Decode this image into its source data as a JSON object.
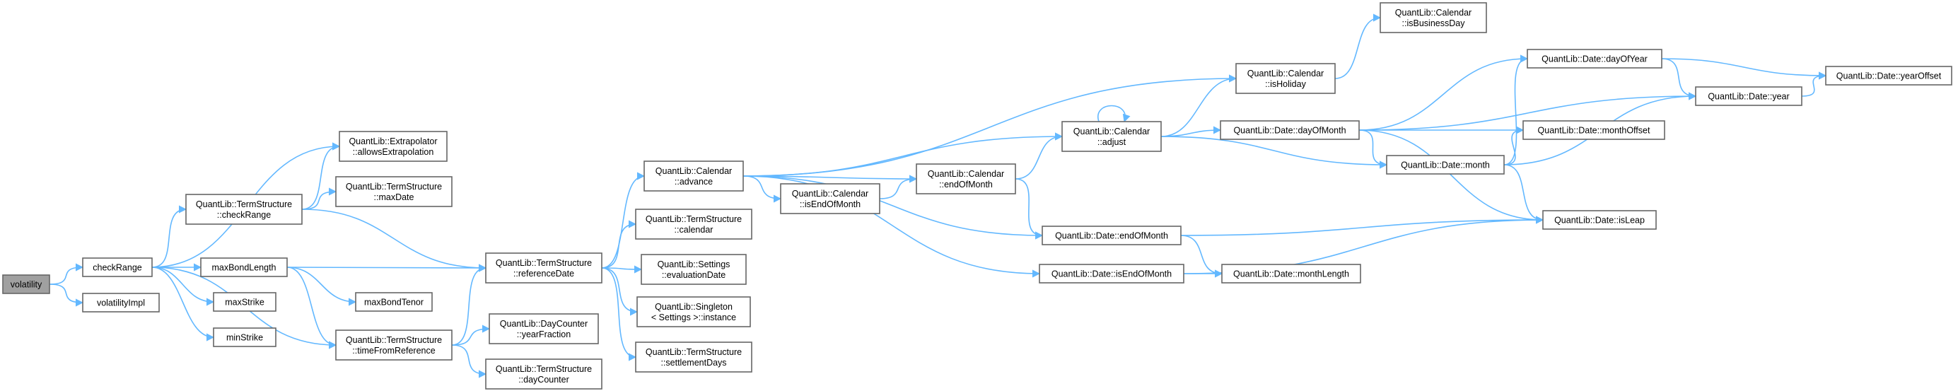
{
  "graph": {
    "nodes": [
      {
        "id": "volatility",
        "lines": [
          "volatility"
        ],
        "root": true
      },
      {
        "id": "checkRange",
        "lines": [
          "checkRange"
        ]
      },
      {
        "id": "volatilityImpl",
        "lines": [
          "volatilityImpl"
        ]
      },
      {
        "id": "ts_checkRange",
        "lines": [
          "QuantLib::TermStructure",
          "::checkRange"
        ]
      },
      {
        "id": "maxBondLength",
        "lines": [
          "maxBondLength"
        ]
      },
      {
        "id": "maxStrike",
        "lines": [
          "maxStrike"
        ]
      },
      {
        "id": "minStrike",
        "lines": [
          "minStrike"
        ]
      },
      {
        "id": "allowsExtrapolation",
        "lines": [
          "QuantLib::Extrapolator",
          "::allowsExtrapolation"
        ]
      },
      {
        "id": "ts_maxDate",
        "lines": [
          "QuantLib::TermStructure",
          "::maxDate"
        ]
      },
      {
        "id": "maxBondTenor",
        "lines": [
          "maxBondTenor"
        ]
      },
      {
        "id": "timeFromReference",
        "lines": [
          "QuantLib::TermStructure",
          "::timeFromReference"
        ]
      },
      {
        "id": "referenceDate",
        "lines": [
          "QuantLib::TermStructure",
          "::referenceDate"
        ]
      },
      {
        "id": "yearFraction",
        "lines": [
          "QuantLib::DayCounter",
          "::yearFraction"
        ]
      },
      {
        "id": "ts_dayCounter",
        "lines": [
          "QuantLib::TermStructure",
          "::dayCounter"
        ]
      },
      {
        "id": "cal_advance",
        "lines": [
          "QuantLib::Calendar",
          "::advance"
        ]
      },
      {
        "id": "ts_calendar",
        "lines": [
          "QuantLib::TermStructure",
          "::calendar"
        ]
      },
      {
        "id": "evaluationDate",
        "lines": [
          "QuantLib::Settings",
          "::evaluationDate"
        ]
      },
      {
        "id": "singleton_instance",
        "lines": [
          "QuantLib::Singleton",
          "< Settings >::instance"
        ]
      },
      {
        "id": "settlementDays",
        "lines": [
          "QuantLib::TermStructure",
          "::settlementDays"
        ]
      },
      {
        "id": "cal_isEndOfMonth",
        "lines": [
          "QuantLib::Calendar",
          "::isEndOfMonth"
        ]
      },
      {
        "id": "cal_endOfMonth",
        "lines": [
          "QuantLib::Calendar",
          "::endOfMonth"
        ]
      },
      {
        "id": "cal_adjust",
        "lines": [
          "QuantLib::Calendar",
          "::adjust"
        ]
      },
      {
        "id": "cal_isHoliday",
        "lines": [
          "QuantLib::Calendar",
          "::isHoliday"
        ]
      },
      {
        "id": "cal_isBusinessDay",
        "lines": [
          "QuantLib::Calendar",
          "::isBusinessDay"
        ]
      },
      {
        "id": "date_endOfMonth",
        "lines": [
          "QuantLib::Date::endOfMonth"
        ]
      },
      {
        "id": "date_isEndOfMonth",
        "lines": [
          "QuantLib::Date::isEndOfMonth"
        ]
      },
      {
        "id": "date_dayOfMonth",
        "lines": [
          "QuantLib::Date::dayOfMonth"
        ]
      },
      {
        "id": "date_monthLength",
        "lines": [
          "QuantLib::Date::monthLength"
        ]
      },
      {
        "id": "date_month",
        "lines": [
          "QuantLib::Date::month"
        ]
      },
      {
        "id": "date_dayOfYear",
        "lines": [
          "QuantLib::Date::dayOfYear"
        ]
      },
      {
        "id": "date_monthOffset",
        "lines": [
          "QuantLib::Date::monthOffset"
        ]
      },
      {
        "id": "date_year",
        "lines": [
          "QuantLib::Date::year"
        ]
      },
      {
        "id": "date_isLeap",
        "lines": [
          "QuantLib::Date::isLeap"
        ]
      },
      {
        "id": "date_yearOffset",
        "lines": [
          "QuantLib::Date::yearOffset"
        ]
      }
    ],
    "edges": [
      [
        "volatility",
        "checkRange"
      ],
      [
        "volatility",
        "volatilityImpl"
      ],
      [
        "checkRange",
        "allowsExtrapolation"
      ],
      [
        "checkRange",
        "ts_checkRange"
      ],
      [
        "checkRange",
        "maxBondLength"
      ],
      [
        "checkRange",
        "maxStrike"
      ],
      [
        "checkRange",
        "minStrike"
      ],
      [
        "ts_checkRange",
        "allowsExtrapolation"
      ],
      [
        "ts_checkRange",
        "ts_maxDate"
      ],
      [
        "ts_checkRange",
        "referenceDate"
      ],
      [
        "maxBondLength",
        "referenceDate"
      ],
      [
        "maxBondLength",
        "maxBondTenor"
      ],
      [
        "maxBondLength",
        "timeFromReference"
      ],
      [
        "checkRange",
        "timeFromReference"
      ],
      [
        "timeFromReference",
        "referenceDate"
      ],
      [
        "timeFromReference",
        "yearFraction"
      ],
      [
        "timeFromReference",
        "ts_dayCounter"
      ],
      [
        "referenceDate",
        "cal_advance"
      ],
      [
        "referenceDate",
        "ts_calendar"
      ],
      [
        "referenceDate",
        "evaluationDate"
      ],
      [
        "referenceDate",
        "singleton_instance"
      ],
      [
        "referenceDate",
        "settlementDays"
      ],
      [
        "cal_advance",
        "cal_isHoliday"
      ],
      [
        "cal_advance",
        "cal_adjust"
      ],
      [
        "cal_advance",
        "cal_endOfMonth"
      ],
      [
        "cal_advance",
        "cal_isEndOfMonth"
      ],
      [
        "cal_advance",
        "date_endOfMonth"
      ],
      [
        "cal_advance",
        "date_isEndOfMonth"
      ],
      [
        "cal_isEndOfMonth",
        "cal_endOfMonth"
      ],
      [
        "cal_endOfMonth",
        "cal_adjust"
      ],
      [
        "cal_endOfMonth",
        "date_endOfMonth"
      ],
      [
        "cal_adjust",
        "cal_adjust"
      ],
      [
        "cal_adjust",
        "cal_isHoliday"
      ],
      [
        "cal_adjust",
        "date_dayOfMonth"
      ],
      [
        "cal_adjust",
        "date_month"
      ],
      [
        "cal_isHoliday",
        "cal_isBusinessDay"
      ],
      [
        "date_dayOfMonth",
        "date_dayOfYear"
      ],
      [
        "date_dayOfMonth",
        "date_year"
      ],
      [
        "date_dayOfMonth",
        "date_monthOffset"
      ],
      [
        "date_dayOfMonth",
        "date_month"
      ],
      [
        "date_dayOfMonth",
        "date_isLeap"
      ],
      [
        "date_month",
        "date_dayOfYear"
      ],
      [
        "date_month",
        "date_monthOffset"
      ],
      [
        "date_month",
        "date_year"
      ],
      [
        "date_month",
        "date_isLeap"
      ],
      [
        "date_dayOfYear",
        "date_year"
      ],
      [
        "date_dayOfYear",
        "date_yearOffset"
      ],
      [
        "date_year",
        "date_yearOffset"
      ],
      [
        "date_endOfMonth",
        "date_monthLength"
      ],
      [
        "date_endOfMonth",
        "date_isLeap"
      ],
      [
        "date_isEndOfMonth",
        "date_monthLength"
      ],
      [
        "date_isEndOfMonth",
        "date_isLeap"
      ]
    ]
  },
  "colors": {
    "edge": "#63b8ff",
    "node_border": "#666666",
    "root_fill": "#a0a0a0",
    "node_fill": "#ffffff"
  }
}
